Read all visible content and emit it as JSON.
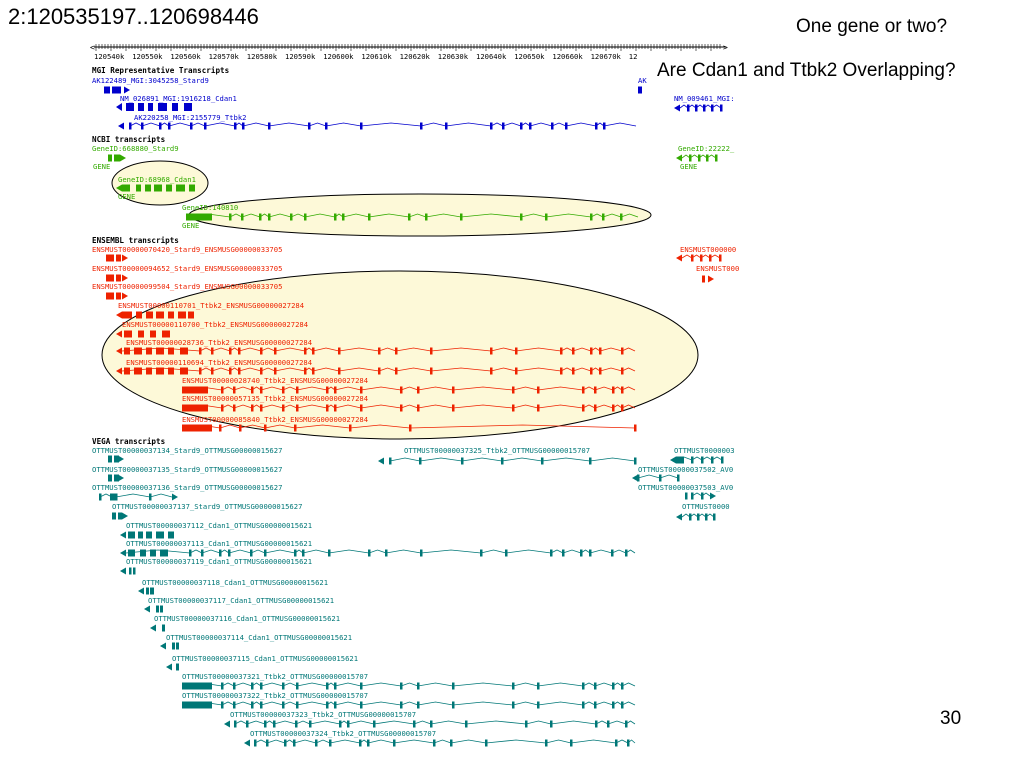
{
  "slide": {
    "title": "2:120535197..120698446",
    "question_1": "One gene or two?",
    "question_2": "Are Cdan1 and Ttbk2 Overlapping?",
    "page_number": "30"
  },
  "ruler": {
    "labels": [
      "120540k",
      "120550k",
      "120560k",
      "120570k",
      "120580k",
      "120590k",
      "120600k",
      "120610k",
      "120620k",
      "120630k",
      "120640k",
      "120650k",
      "120660k",
      "120670k",
      "12"
    ]
  },
  "tracks": [
    {
      "id": "mgi",
      "title": "MGI Representative Transcripts",
      "color": "#0000cc",
      "labels": [
        "AK122489_MGI:3045258_Stard9",
        "AK",
        "NM_026891_MGI:1916218_Cdan1",
        "NM_009461_MGI:",
        "AK220258_MGI:2155779_Ttbk2"
      ]
    },
    {
      "id": "ncbi",
      "title": "NCBI transcripts",
      "color": "#33aa00",
      "labels": [
        "GeneID:668880_Stard9",
        "GENE",
        "GeneID:22222_",
        "GENE",
        "GeneID:68968_Cdan1",
        "GENE",
        "GeneID:140810",
        "GENE"
      ]
    },
    {
      "id": "ensembl",
      "title": "ENSEMBL transcripts",
      "color": "#ee2200",
      "labels": [
        "ENSMUST00000070420_Stard9_ENSMUSG00000033705",
        "ENSMUST000000",
        "ENSMUST00000094652_Stard9_ENSMUSG00000033705",
        "ENSMUST000",
        "ENSMUST00000099504_Stard9_ENSMUSG00000033705",
        "ENSMUST00000110701_Ttbk2_ENSMUSG00000027284",
        "ENSMUST00000110700_Ttbk2_ENSMUSG00000027284",
        "ENSMUST00000028736_Ttbk2_ENSMUSG00000027284",
        "ENSMUST00000110694_Ttbk2_ENSMUSG00000027284",
        "ENSMUST00000028740_Ttbk2_ENSMUSG00000027284",
        "ENSMUST00000057135_Ttbk2_ENSMUSG00000027284",
        "ENSMUST00000085840_Ttbk2_ENSMUSG00000027284"
      ]
    },
    {
      "id": "vega",
      "title": "VEGA transcripts",
      "color": "#007777",
      "labels": [
        "OTTMUST00000037134_Stard9_OTTMUSG00000015627",
        "OTTMUST00000037325_Ttbk2_OTTMUSG00000015707",
        "OTTMUST0000003",
        "OTTMUST00000037135_Stard9_OTTMUSG00000015627",
        "OTTMUST00000037502_AV0",
        "OTTMUST00000037136_Stard9_OTTMUSG00000015627",
        "OTTMUST00000037503_AV0",
        "OTTMUST00000037137_Stard9_OTTMUSG00000015627",
        "OTTMUST0000",
        "OTTMUST00000037112_Cdan1_OTTMUSG00000015621",
        "OTTMUST00000037113_Cdan1_OTTMUSG00000015621",
        "OTTMUST00000037119_Cdan1_OTTMUSG00000015621",
        "OTTMUST00000037118_Cdan1_OTTMUSG00000015621",
        "OTTMUST00000037117_Cdan1_OTTMUSG00000015621",
        "OTTMUST00000037116_Cdan1_OTTMUSG00000015621",
        "OTTMUST00000037114_Cdan1_OTTMUSG00000015621",
        "OTTMUST00000037115_Cdan1_OTTMUSG00000015621",
        "OTTMUST00000037321_Ttbk2_OTTMUSG00000015707",
        "OTTMUST00000037322_Ttbk2_OTTMUSG00000015707",
        "OTTMUST00000037323_Ttbk2_OTTMUSG00000015707",
        "OTTMUST00000037324_Ttbk2_OTTMUSG00000015707"
      ]
    }
  ],
  "annotation": {
    "highlight_color": "#fdf9d8"
  }
}
